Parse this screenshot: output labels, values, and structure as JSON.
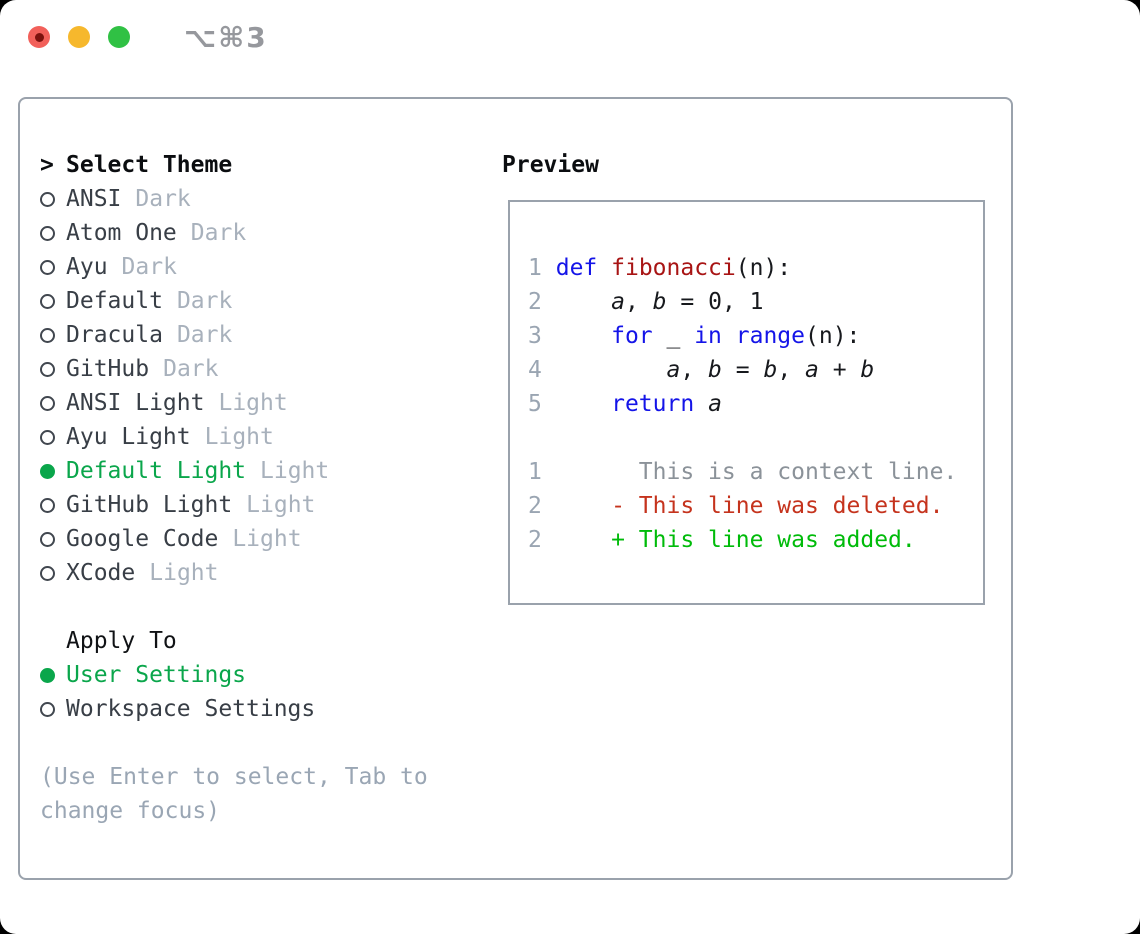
{
  "window": {
    "title": "⌥⌘3"
  },
  "colors": {
    "accent_green": "#0aa64b",
    "keyword_blue": "#1414e8",
    "function_red": "#a81414",
    "diff_deleted": "#c5331d",
    "diff_added": "#00bb0a",
    "muted_gray": "#a8b1bc",
    "border_gray": "#9aa2ac",
    "traffic_red": "#f2605a",
    "traffic_yellow": "#f6b82d",
    "traffic_green": "#30c144"
  },
  "theme_panel": {
    "prompt": ">",
    "title": "Select Theme",
    "items": [
      {
        "name": "ANSI",
        "variant": "Dark",
        "selected": false
      },
      {
        "name": "Atom One",
        "variant": "Dark",
        "selected": false
      },
      {
        "name": "Ayu",
        "variant": "Dark",
        "selected": false
      },
      {
        "name": "Default",
        "variant": "Dark",
        "selected": false
      },
      {
        "name": "Dracula",
        "variant": "Dark",
        "selected": false
      },
      {
        "name": "GitHub",
        "variant": "Dark",
        "selected": false
      },
      {
        "name": "ANSI Light",
        "variant": "Light",
        "selected": false
      },
      {
        "name": "Ayu Light",
        "variant": "Light",
        "selected": false
      },
      {
        "name": "Default Light",
        "variant": "Light",
        "selected": true
      },
      {
        "name": "GitHub Light",
        "variant": "Light",
        "selected": false
      },
      {
        "name": "Google Code",
        "variant": "Light",
        "selected": false
      },
      {
        "name": "XCode",
        "variant": "Light",
        "selected": false
      }
    ],
    "apply_to": {
      "title": "Apply To",
      "options": [
        {
          "name": "User Settings",
          "selected": true
        },
        {
          "name": "Workspace Settings",
          "selected": false
        }
      ]
    },
    "hint_lines": [
      "(Use Enter to select, Tab to",
      "change focus)"
    ]
  },
  "preview": {
    "title": "Preview",
    "lines": [
      [
        {
          "t": "1",
          "c": "num"
        },
        {
          "t": " ",
          "c": "pl"
        },
        {
          "t": "def",
          "c": "kw"
        },
        {
          "t": " ",
          "c": "pl"
        },
        {
          "t": "fibonacci",
          "c": "fn"
        },
        {
          "t": "(n):",
          "c": "pl"
        }
      ],
      [
        {
          "t": "2",
          "c": "num"
        },
        {
          "t": "     ",
          "c": "pl"
        },
        {
          "t": "a",
          "c": "var"
        },
        {
          "t": ", ",
          "c": "pl"
        },
        {
          "t": "b",
          "c": "var"
        },
        {
          "t": " = ",
          "c": "pl"
        },
        {
          "t": "0",
          "c": "pl"
        },
        {
          "t": ", ",
          "c": "pl"
        },
        {
          "t": "1",
          "c": "pl"
        }
      ],
      [
        {
          "t": "3",
          "c": "num"
        },
        {
          "t": "     ",
          "c": "pl"
        },
        {
          "t": "for",
          "c": "kw"
        },
        {
          "t": " _ ",
          "c": "pl"
        },
        {
          "t": "in",
          "c": "kw"
        },
        {
          "t": " ",
          "c": "pl"
        },
        {
          "t": "range",
          "c": "kw"
        },
        {
          "t": "(n):",
          "c": "pl"
        }
      ],
      [
        {
          "t": "4",
          "c": "num"
        },
        {
          "t": "         ",
          "c": "pl"
        },
        {
          "t": "a",
          "c": "var"
        },
        {
          "t": ", ",
          "c": "pl"
        },
        {
          "t": "b",
          "c": "var"
        },
        {
          "t": " = ",
          "c": "pl"
        },
        {
          "t": "b",
          "c": "var"
        },
        {
          "t": ", ",
          "c": "pl"
        },
        {
          "t": "a",
          "c": "var"
        },
        {
          "t": " + ",
          "c": "pl"
        },
        {
          "t": "b",
          "c": "var"
        }
      ],
      [
        {
          "t": "5",
          "c": "num"
        },
        {
          "t": "     ",
          "c": "pl"
        },
        {
          "t": "return",
          "c": "kw"
        },
        {
          "t": " ",
          "c": "pl"
        },
        {
          "t": "a",
          "c": "var"
        }
      ],
      [],
      [
        {
          "t": "1",
          "c": "num"
        },
        {
          "t": "       ",
          "c": "pl"
        },
        {
          "t": "This is a context line.",
          "c": "ctx"
        }
      ],
      [
        {
          "t": "2",
          "c": "num"
        },
        {
          "t": "     ",
          "c": "pl"
        },
        {
          "t": "- This line was deleted.",
          "c": "del"
        }
      ],
      [
        {
          "t": "2",
          "c": "num"
        },
        {
          "t": "     ",
          "c": "pl"
        },
        {
          "t": "+ This line was added.",
          "c": "add"
        }
      ]
    ]
  }
}
